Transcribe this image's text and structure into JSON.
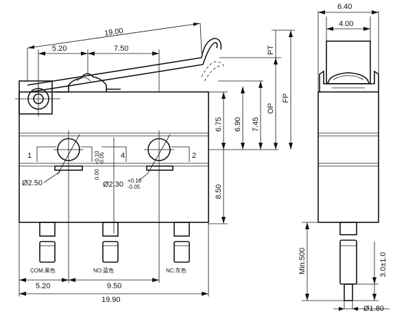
{
  "front_view": {
    "top_dims": {
      "lever_length": "19.00",
      "left_offset": "5.20",
      "button_offset": "7.50"
    },
    "right_dims": {
      "pt": "PT",
      "op": "OP",
      "fp": "FP",
      "d1": "6.75",
      "d2": "6.90",
      "d3": "7.45",
      "d4": "8.50"
    },
    "hole_tol": {
      "base": "0.00",
      "upper": "+0.10",
      "lower": "-0.05"
    },
    "terminals": {
      "t1": "1",
      "t4": "4",
      "t2": "2"
    },
    "holes": {
      "small": "Ø2.50",
      "large_base": "Ø2.30",
      "large_upper": "+0.10",
      "large_lower": "-0.05"
    },
    "wires": {
      "com": "COM:黑色",
      "no": "NO:蓝色",
      "nc": "NC:灰色"
    },
    "bottom_dims": {
      "left": "5.20",
      "pitch": "9.50",
      "total": "19.90"
    }
  },
  "side_view": {
    "width_total": "6.40",
    "width_top": "4.00",
    "wire_length": "Min.500",
    "strip_length": "3.0±1.0",
    "wire_diameter": "Ø1.80"
  }
}
